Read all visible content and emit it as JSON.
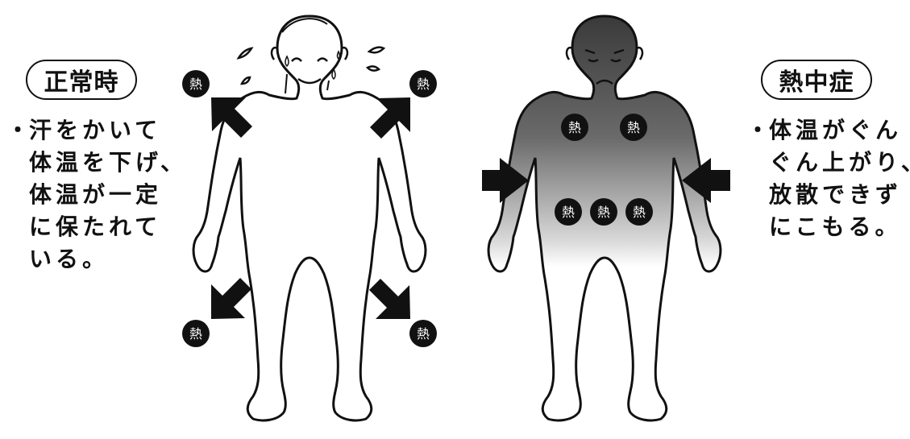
{
  "normal": {
    "label": "正常時",
    "bullet": "・",
    "lines": [
      "汗をかいて",
      "体温を下げ、",
      "体温が一定",
      "に保たれて",
      "いる。"
    ]
  },
  "heatstroke": {
    "label": "熱中症",
    "bullet": "・",
    "lines": [
      "体温がぐん",
      "ぐん上がり、",
      "放散できず",
      "にこもる。"
    ]
  },
  "heat_marker": "熱",
  "colors": {
    "ink": "#111111",
    "marker": "#111111",
    "marker_text": "#ffffff",
    "head_shade": "#3a3a3a"
  }
}
